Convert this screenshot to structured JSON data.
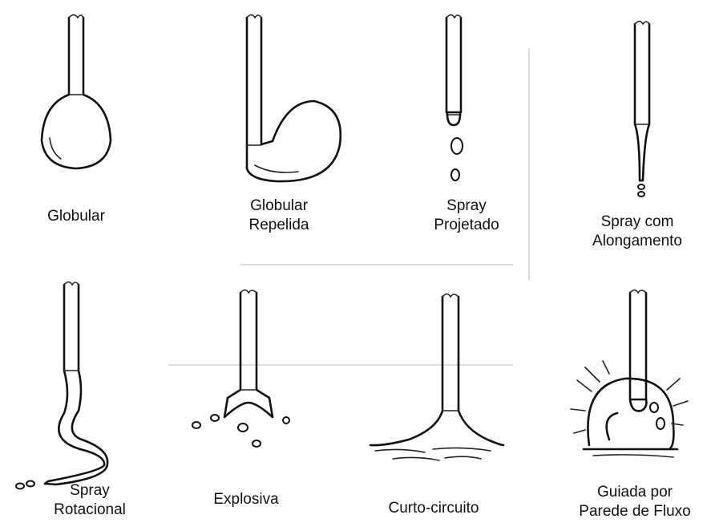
{
  "figure": {
    "modes": [
      {
        "id": "globular",
        "lines": [
          "Globular"
        ]
      },
      {
        "id": "globular-repelida",
        "lines": [
          "Globular",
          "Repelida"
        ]
      },
      {
        "id": "spray-projetado",
        "lines": [
          "Spray",
          "Projetado"
        ]
      },
      {
        "id": "spray-com-alongamento",
        "lines": [
          "Spray com",
          "Alongamento"
        ]
      },
      {
        "id": "spray-rotacional",
        "lines": [
          "Spray",
          "Rotacional"
        ]
      },
      {
        "id": "explosiva",
        "lines": [
          "Explosiva"
        ]
      },
      {
        "id": "curto-circuito",
        "lines": [
          "Curto-circuito"
        ]
      },
      {
        "id": "guiada-por-parede-de-fluxo",
        "lines": [
          "Guiada por",
          "Parede de Fluxo"
        ]
      }
    ]
  }
}
